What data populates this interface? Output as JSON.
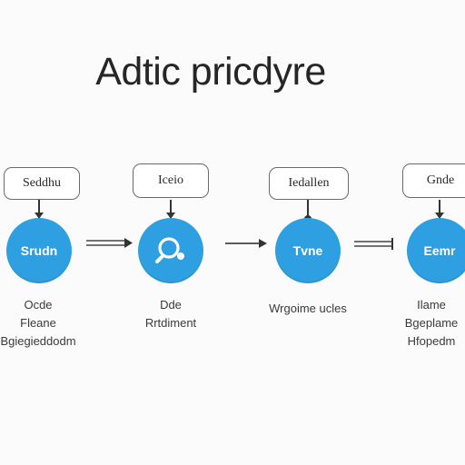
{
  "title": "Adtic pricdyre",
  "colors": {
    "node_fill": "#2e9fe0",
    "text": "#262626",
    "line": "#333333"
  },
  "steps": [
    {
      "label": "Seddhu",
      "node_text": "Srudn",
      "caption": [
        "Ocde",
        "Fleane",
        "Bgiegieddodm"
      ]
    },
    {
      "label": "Iceio",
      "node_icon": "magnifier-icon",
      "caption": [
        "Dde",
        "Rrtdiment"
      ]
    },
    {
      "label": "Iedallen",
      "node_text": "Tvne",
      "caption": [
        "Wrgoime ucles"
      ]
    },
    {
      "label": "Gnde",
      "node_text": "Eemr",
      "caption": [
        "Ilame",
        "Bgeplame",
        "Hfopedm"
      ]
    }
  ]
}
